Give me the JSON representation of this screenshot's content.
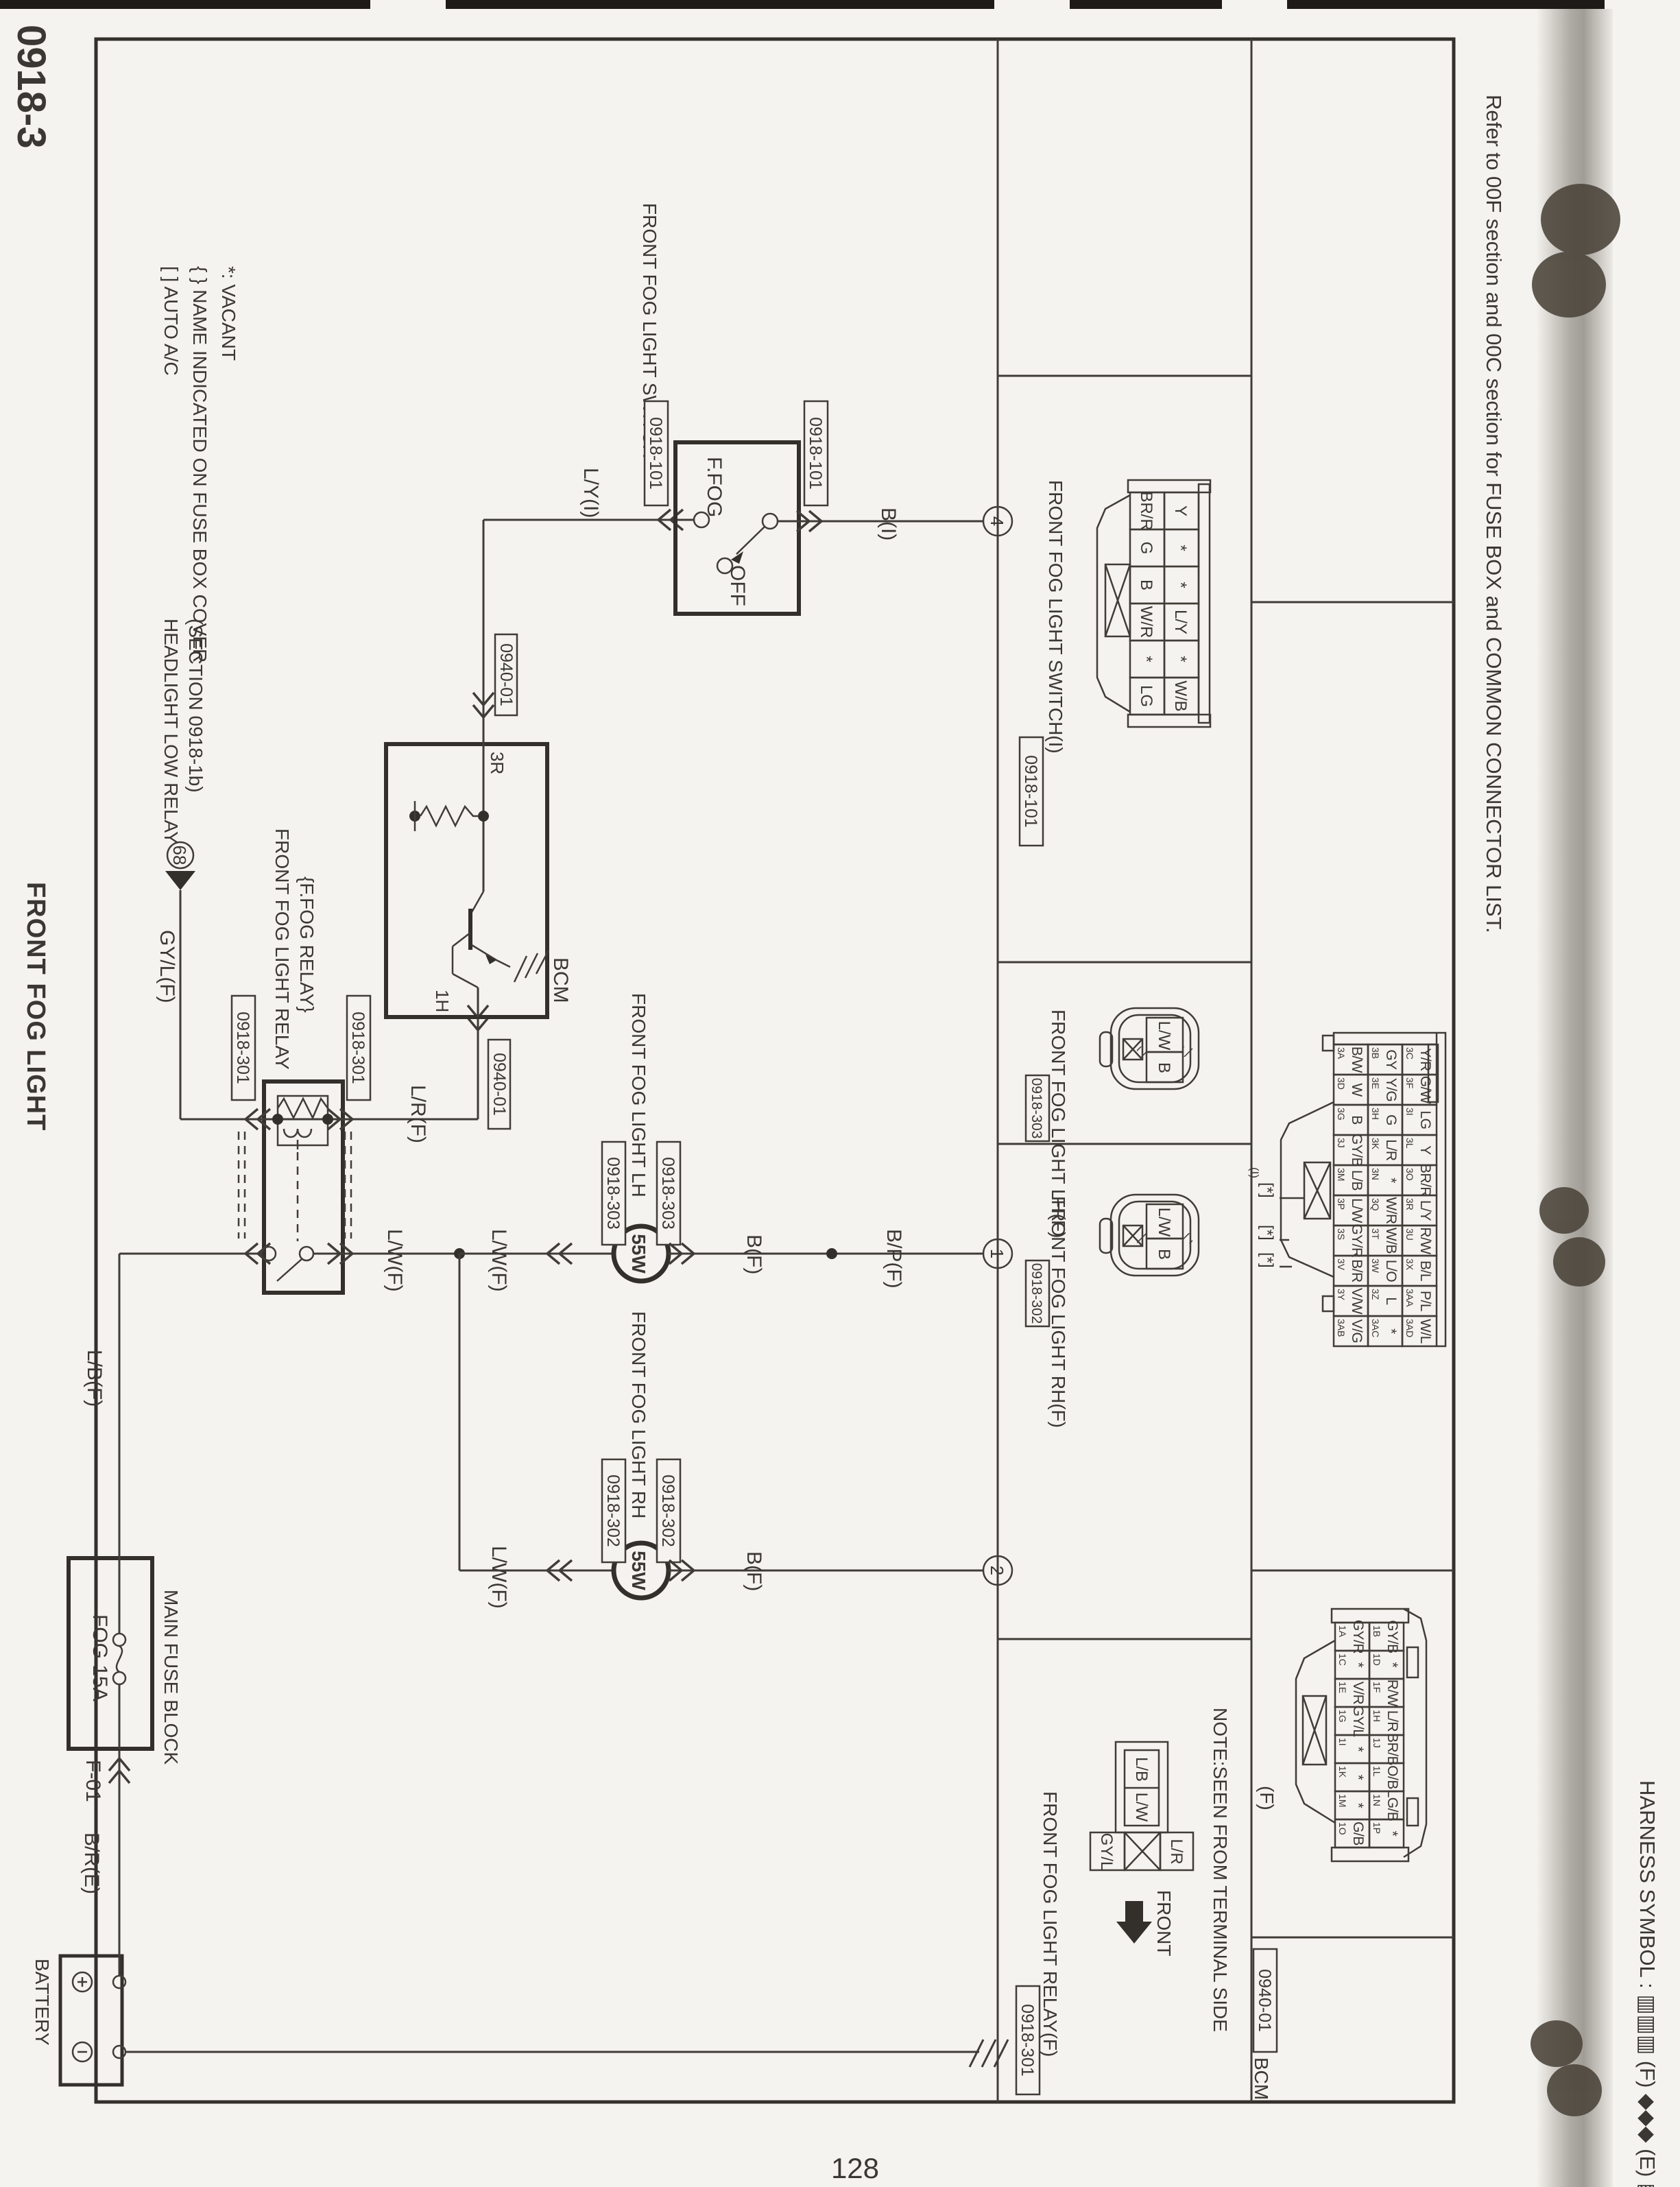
{
  "page": {
    "code": "0918-3",
    "title": "FRONT FOG LIGHT",
    "page_number": "128",
    "refer_note": "Refer to 00F section and 00C section for FUSE BOX and COMMON CONNECTOR LIST.",
    "harness_symbol": "HARNESS SYMBOL : ▥▥▥ (F)  ◆◆◆ (E)  ▨▨▨ (R)"
  },
  "legend": [
    "[ ] AUTO A/C",
    "{ } NAME INDICATED ON FUSE BOX COVER",
    "*: VACANT"
  ],
  "components": {
    "battery": "BATTERY",
    "fuse": "FOG 15A",
    "fuse_block": "MAIN FUSE BLOCK",
    "connector_f01": "F-01",
    "relay_name": "FRONT FOG LIGHT RELAY",
    "relay_alias": "{F.FOG RELAY}",
    "headlight_relay": "HEADLIGHT LOW RELAY",
    "headlight_relay_section": "(SECTION 0918-1b)",
    "headlight_relay_ref": "68",
    "bcm": "BCM",
    "switch_name": "FRONT FOG LIGHT SWITCH",
    "switch_pos_on": "F.FOG",
    "switch_pos_off": "OFF",
    "lamp_lh": "FRONT FOG LIGHT LH",
    "lamp_rh": "FRONT FOG LIGHT RH",
    "bulb": "55W"
  },
  "wires": {
    "battery_fuse": "B/R(E)",
    "fuse_relay": "L/B(F)",
    "coil_left": "GY/L(F)",
    "coil_right": "L/R(F)",
    "contact_out": "L/W(F)",
    "lamp_gnd": "B(F)",
    "gnd_join": "B/P(F)",
    "switch_in": "L/Y(I)",
    "switch_out": "B(I)"
  },
  "pins": {
    "bcm_in": "3R",
    "bcm_out": "1H"
  },
  "connector_codes": {
    "relay": "0918-301",
    "lamp_rh": "0918-302",
    "lamp_lh": "0918-303",
    "switch": "0918-101",
    "bcm": "0940-01"
  },
  "ref_circles": {
    "gnd1": "1",
    "gnd2": "2",
    "sw": "4"
  },
  "sections": {
    "switch": "FRONT FOG LIGHT SWITCH(I)",
    "lh": "FRONT FOG LIGHT LH(F)",
    "rh": "FRONT FOG LIGHT RH(F)",
    "relay": "FRONT FOG LIGHT RELAY(F)",
    "note": "NOTE:SEEN FROM TERMINAL SIDE",
    "front": "FRONT",
    "f_mark": "(F)",
    "i_mark": "(I)",
    "star_bracket": "[*]"
  },
  "tables": {
    "switch_conn": {
      "columns": [
        [
          "BR/R",
          "G",
          "B",
          "W/R",
          "*",
          "LG"
        ],
        [
          "Y",
          "*",
          "*",
          "L/Y",
          "*",
          "W/B"
        ]
      ]
    },
    "lamp_conn": {
      "cells": [
        "L/W",
        "B"
      ]
    },
    "relay_conn": {
      "top_cells": [
        "L/B",
        "L/W"
      ],
      "bottom_cells": [
        "GY/L",
        "L/R"
      ]
    },
    "bcm_i": {
      "pins": [
        [
          "3A",
          "3D",
          "3G",
          "3J",
          "3M",
          "3P",
          "3S",
          "3V",
          "3Y",
          "3AB"
        ],
        [
          "3B",
          "3E",
          "3H",
          "3K",
          "3N",
          "3Q",
          "3T",
          "3W",
          "3Z",
          "3AC"
        ],
        [
          "3C",
          "3F",
          "3I",
          "3L",
          "3O",
          "3R",
          "3U",
          "3X",
          "3AA",
          "3AD"
        ]
      ],
      "columns": [
        [
          "B/W",
          "W",
          "B",
          "GY/B",
          "L/B",
          "L/W",
          "GY/R",
          "B/R",
          "V/W",
          "V/G"
        ],
        [
          "GY",
          "Y/G",
          "G",
          "L/R",
          "*",
          "W/R",
          "W/B",
          "L/O",
          "L",
          "*"
        ],
        [
          "Y/R",
          "G/W",
          "LG",
          "Y",
          "BR/R",
          "L/Y",
          "R/W",
          "B/L",
          "P/L",
          "W/L"
        ]
      ]
    },
    "bcm_f": {
      "pins": [
        [
          "1A",
          "1C",
          "1E",
          "1G",
          "1I",
          "1K",
          "1M",
          "1O"
        ],
        [
          "1B",
          "1D",
          "1F",
          "1H",
          "1J",
          "1L",
          "1N",
          "1P"
        ]
      ],
      "columns": [
        [
          "GY/R",
          "*",
          "V/R",
          "GY/L",
          "*",
          "*",
          "*",
          "G/B"
        ],
        [
          "GY/B",
          "*",
          "R/W",
          "L/R",
          "BR/B",
          "O/B",
          "LG/B",
          "*"
        ]
      ]
    }
  }
}
